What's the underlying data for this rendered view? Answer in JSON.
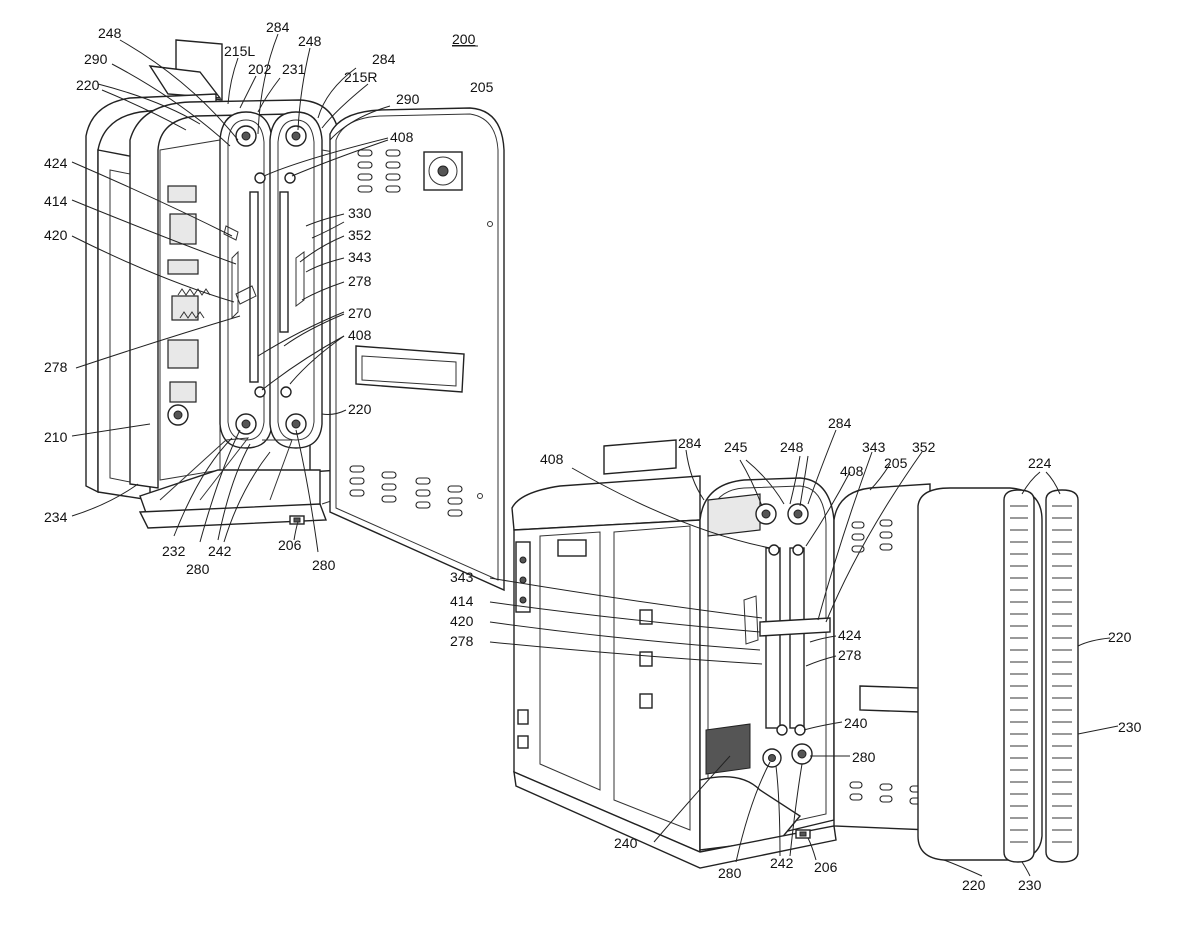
{
  "figure": {
    "ref": "200",
    "labels": {
      "l248a": "248",
      "l284a": "284",
      "l248b": "248",
      "l284b": "284",
      "l215L": "215L",
      "l202": "202",
      "l231": "231",
      "l215R": "215R",
      "l290a": "290",
      "l290b": "290",
      "l205a": "205",
      "l220a": "220",
      "l408a": "408",
      "l424a": "424",
      "l414a": "414",
      "l420a": "420",
      "l330": "330",
      "l352a": "352",
      "l343a": "343",
      "l278a": "278",
      "l278b": "278",
      "l270": "270",
      "l408b": "408",
      "l220b": "220",
      "l210": "210",
      "l234": "234",
      "l232": "232",
      "l280a": "280",
      "l242a": "242",
      "l206a": "206",
      "l280b": "280",
      "l408c": "408",
      "l284c": "284",
      "l245": "245",
      "l248c": "248",
      "l284d": "284",
      "l343b": "343",
      "l352b": "352",
      "l408d": "408",
      "l205b": "205",
      "l224": "224",
      "l343c": "343",
      "l414b": "414",
      "l420b": "420",
      "l278c": "278",
      "l424b": "424",
      "l278d": "278",
      "l220c": "220",
      "l240a": "240",
      "l280c": "280",
      "l230a": "230",
      "l240b": "240",
      "l280d": "280",
      "l242b": "242",
      "l206b": "206",
      "l220d": "220",
      "l230b": "230"
    }
  }
}
